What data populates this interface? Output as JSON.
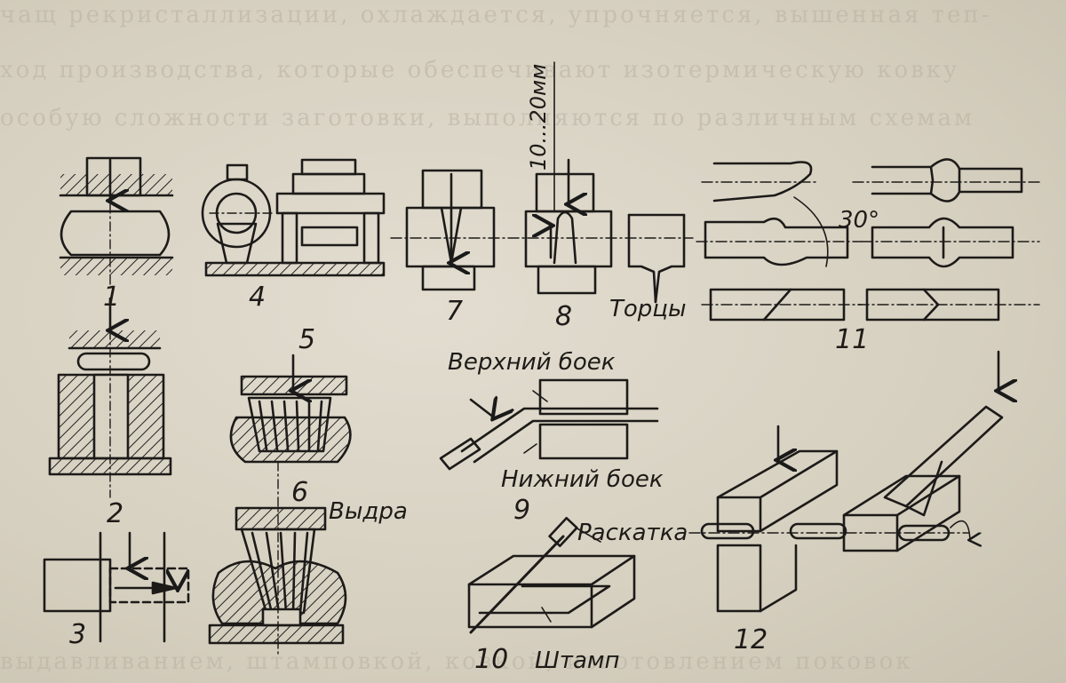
{
  "background_text": {
    "lines": [
      "чащ рекристаллизации, охлаждается, упрочняется, вышенная теп-",
      "ход производства, которые обеспечивают изотермическую ковку",
      "особую сложности заготовки, выполняются по различным схемам",
      "выдавливанием, штамповкой, ковкой, изготовлением поковок"
    ]
  },
  "figure": {
    "labels": {
      "n1": "1",
      "n2": "2",
      "n3": "3",
      "n4": "4",
      "n5": "5",
      "n6": "6",
      "n7": "7",
      "n8": "8",
      "n9": "9",
      "n10": "10",
      "n11": "11",
      "n12": "12",
      "dim_10_20": "10...20мм",
      "tortsy": "Торцы",
      "verkhniy_boek": "Верхний боек",
      "nizhniy_boek": "Нижний боек",
      "vydra": "Выдра",
      "raskatka": "Раскатка",
      "shtamp": "Штамп",
      "angle_30": "30°"
    }
  }
}
